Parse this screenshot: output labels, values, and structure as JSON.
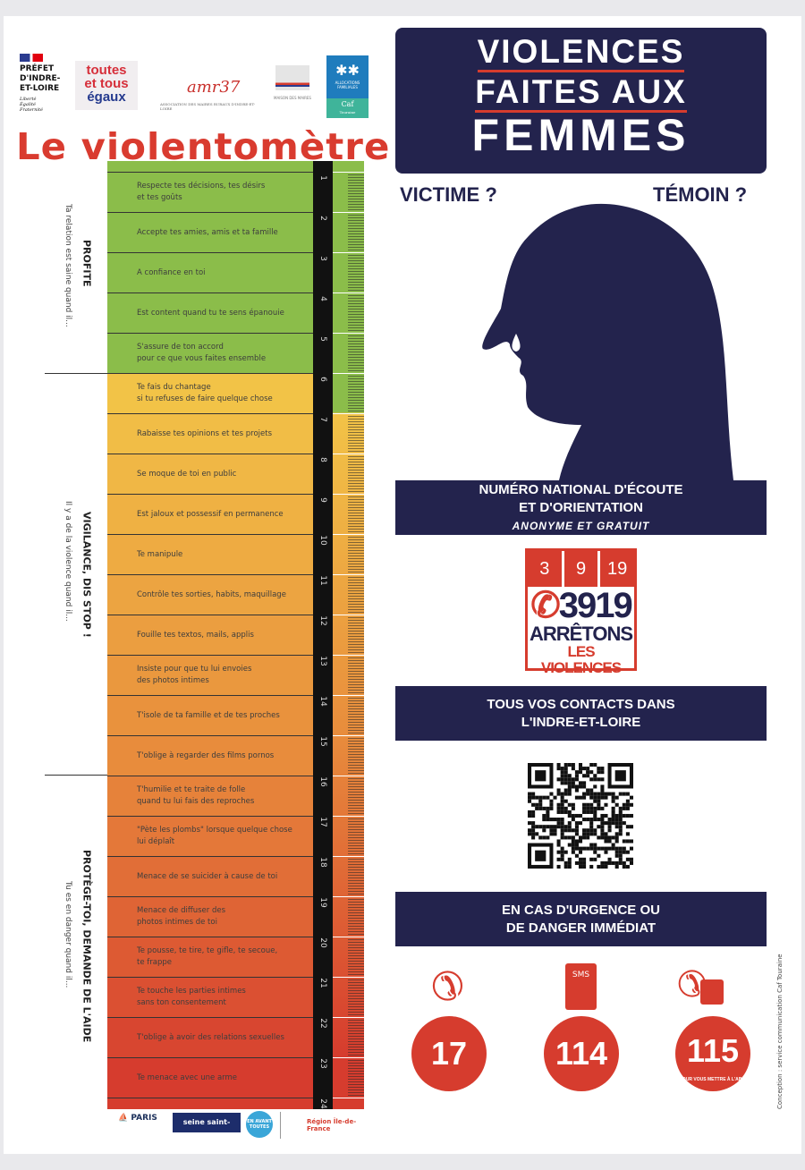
{
  "logos": {
    "prefet": {
      "lines": [
        "PRÉFET",
        "D'INDRE-",
        "ET-LOIRE"
      ],
      "devise": [
        "Liberté",
        "Égalité",
        "Fraternité"
      ]
    },
    "toutes_et_tous": [
      "toutes",
      "et tous",
      "égaux"
    ],
    "amr37": {
      "name": "amr37",
      "caption": "ASSOCIATION DES MAIRES RURAUX D'INDRE-ET-LOIRE"
    },
    "maison_des_maires": "MAISON DES MAIRES",
    "caf": {
      "top": "ALLOCATIONS FAMILIALES",
      "name": "Caf",
      "sub": "Touraine"
    }
  },
  "title": "Le violentomètre",
  "sections": [
    {
      "title": "PROFITE",
      "subtitle": "Ta relation est saine quand il..."
    },
    {
      "title": "VIGILANCE, DIS STOP !",
      "subtitle": "Il y a de la violence quand il..."
    },
    {
      "title": "PROTÈGE-TOI, DEMANDE DE L'AIDE",
      "subtitle": "Tu es en danger quand il..."
    }
  ],
  "scale_numbers": [
    "1",
    "2",
    "3",
    "4",
    "5",
    "6",
    "7",
    "8",
    "9",
    "10",
    "11",
    "12",
    "13",
    "14",
    "15",
    "16",
    "17",
    "18",
    "19",
    "20",
    "21",
    "22",
    "23",
    "24"
  ],
  "items": [
    "Respecte tes décisions, tes désirs\net tes goûts",
    "Accepte tes amies, amis et ta famille",
    "A confiance en toi",
    "Est content quand tu te sens épanouie",
    "S'assure de ton accord\npour ce que vous faites ensemble",
    "Te fais du chantage\nsi tu refuses de faire quelque chose",
    "Rabaisse tes opinions et tes projets",
    "Se moque de toi en public",
    "Est jaloux et possessif en permanence",
    "Te manipule",
    "Contrôle tes sorties, habits, maquillage",
    "Fouille tes textos, mails, applis",
    "Insiste pour que tu lui envoies\ndes photos intimes",
    "T'isole de ta famille et de tes proches",
    "T'oblige à regarder des films pornos",
    "T'humilie et te traite de folle\nquand tu lui fais des reproches",
    "\"Pète les plombs\" lorsque quelque chose\nlui déplaît",
    "Menace de se suicider à cause de toi",
    "Menace de diffuser des\nphotos intimes de toi",
    "Te pousse, te tire, te gifle, te secoue,\nte frappe",
    "Te touche les parties intimes\n sans ton consentement",
    "T'oblige à avoir des relations sexuelles",
    "Te menace avec une arme"
  ],
  "footer_logos": [
    "PARIS",
    "seine saint-denis",
    "EN AVANT TOUTES",
    "Région Île-de-France"
  ],
  "poster": {
    "headline": [
      "VIOLENCES",
      "FAITES AUX",
      "FEMMES"
    ],
    "victime": "VICTIME ?",
    "temoin": "TÉMOIN ?",
    "national_line": [
      "NUMÉRO NATIONAL D'ÉCOUTE",
      "ET D'ORIENTATION"
    ],
    "national_sub": "ANONYME ET GRATUIT",
    "logo3919": {
      "cells": [
        "3",
        "9",
        "19"
      ],
      "number": "3919",
      "line1": "ARRÊTONS",
      "line2": "LES VIOLENCES"
    },
    "contacts": [
      "TOUS VOS CONTACTS DANS",
      "L'INDRE-ET-LOIRE"
    ],
    "urgence": [
      "EN CAS D'URGENCE OU",
      "DE DANGER IMMÉDIAT"
    ],
    "emergency": [
      {
        "number": "17",
        "icon": "phone-icon"
      },
      {
        "number": "114",
        "icon": "sms-icon",
        "icon_label": "SMS"
      },
      {
        "number": "115",
        "icon": "phone-bed-icon",
        "caption": "POUR VOUS METTRE À L'ABRI"
      }
    ],
    "credit": "Conception : service communication Caf Touraine"
  },
  "colors": {
    "navy": "#23234d",
    "red": "#d63c2e",
    "green": "#8bbd4a",
    "yellow": "#f2c347"
  }
}
